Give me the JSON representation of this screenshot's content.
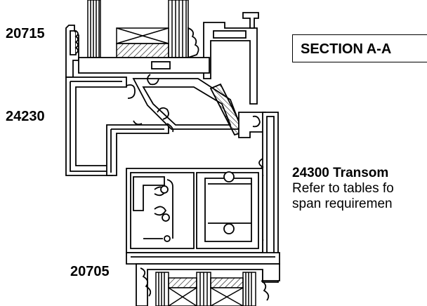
{
  "labels": {
    "top_frame": "20715",
    "transom_frame": "24230",
    "bottom_frame": "20705"
  },
  "section_title": "SECTION A-A",
  "transom_note": {
    "title": "24300 Transom",
    "line1": "Refer to tables fo",
    "line2": "span requiremen"
  },
  "colors": {
    "line": "#000000",
    "profile_fill": "#ffffff",
    "hatch": "#000000"
  }
}
